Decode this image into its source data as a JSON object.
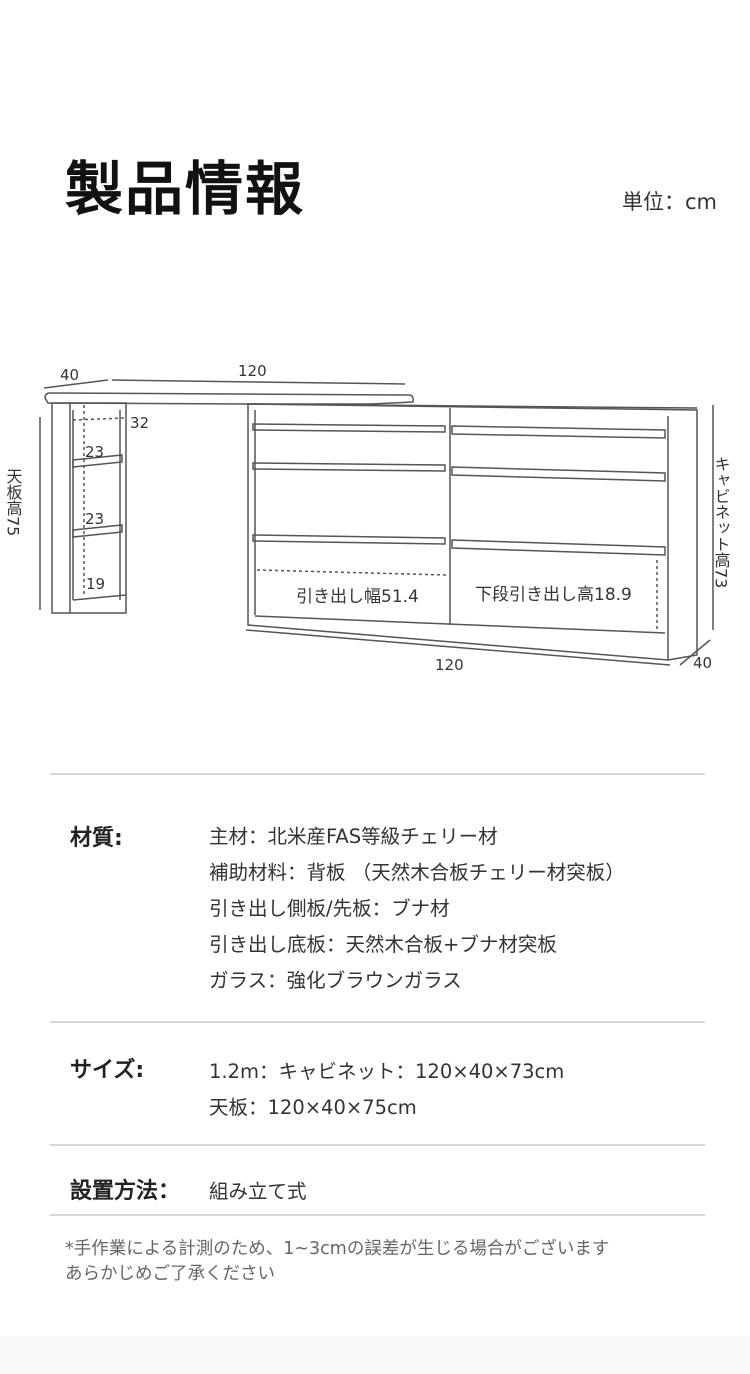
{
  "header": {
    "title": "製品情報",
    "unit": "単位：cm"
  },
  "diagram": {
    "top_depth": "40",
    "top_width": "120",
    "shelf_top": "32",
    "shelf_1": "23",
    "shelf_2": "23",
    "shelf_3": "19",
    "top_height": "天板高75",
    "drawer_width": "引き出し幅51.4",
    "bottom_drawer_height": "下段引き出し高18.9",
    "cabinet_height": "キャビネット高73",
    "cabinet_width": "120",
    "cabinet_depth": "40"
  },
  "specs": {
    "material": {
      "label": "材質:",
      "items": [
        "主材：北米産FAS等級チェリー材",
        "補助材料：背板 （天然木合板チェリー材突板）",
        "引き出し側板/先板：ブナ材",
        "引き出し底板：天然木合板+ブナ材突板",
        "ガラス：強化ブラウンガラス"
      ]
    },
    "size": {
      "label": "サイズ:",
      "items": [
        "1.2m：キャビネット：120×40×73cm",
        "天板：120×40×75cm"
      ]
    },
    "install": {
      "label": "設置方法：",
      "value": "組み立て式"
    }
  },
  "note": {
    "line1": "*手作業による計測のため、1~3cmの誤差が生じる場合がございます",
    "line2": "あらかじめご了承ください"
  }
}
